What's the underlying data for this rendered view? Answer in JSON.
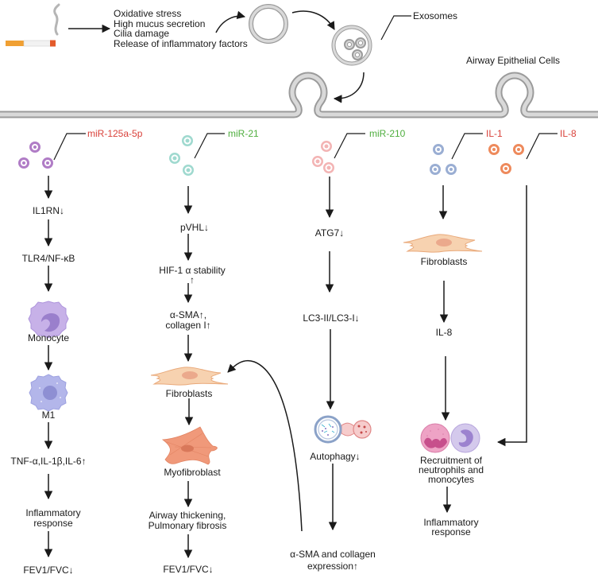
{
  "colors": {
    "arrow": "#1a1a1a",
    "membrane_fill": "#d9d9d9",
    "membrane_stroke": "#9b9b9b",
    "label_red": "#d9413a",
    "label_green": "#4fae3e",
    "mir125_vesicle": "#b07cc6",
    "mir21_vesicle": "#9fd9cf",
    "mir210_vesicle": "#f3b4b4",
    "il1_vesicle": "#9aaed3",
    "il8_vesicle": "#ee8a5c",
    "fibroblast": "#f7d2b0",
    "myofibroblast": "#f0997a",
    "monocyte": "#b9a1df",
    "m1": "#a9ade6",
    "neutrophil": "#ea9ac0",
    "monocyte2": "#c9bbe8"
  },
  "top": {
    "smoke_effects": [
      "Oxidative stress",
      "High mucus secretion",
      "Cilia damage",
      "Release of inflammatory factors"
    ],
    "exosomes_label": "Exosomes",
    "epithelium_label": "Airway Epithelial Cells"
  },
  "pathways": {
    "mir125": {
      "title": "miR-125a-5p",
      "steps": [
        "IL1RN↓",
        "TLR4/NF-κB",
        "Monocyte",
        "M1",
        "TNF-α,IL-1β,IL-6↑",
        "Inflammatory",
        "response",
        "FEV1/FVC↓"
      ]
    },
    "mir21": {
      "title": "miR-21",
      "steps": [
        "pVHL↓",
        "HIF-1 α stability",
        "↑",
        "α-SMA↑,",
        "collagen I↑",
        "Fibroblasts",
        "Myofibroblast",
        "Airway thickening,",
        "Pulmonary fibrosis",
        "FEV1/FVC↓"
      ]
    },
    "mir210": {
      "title": "miR-210",
      "steps": [
        "ATG7↓",
        "LC3-II/LC3-I↓",
        "Autophagy↓",
        "α-SMA and collagen",
        "expression↑"
      ]
    },
    "il1": {
      "title": "IL-1",
      "steps": [
        "Fibroblasts",
        "IL-8",
        "Recruitment of",
        "neutrophils and",
        "monocytes",
        "Inflammatory",
        "response"
      ]
    },
    "il8": {
      "title": "IL-8"
    }
  }
}
